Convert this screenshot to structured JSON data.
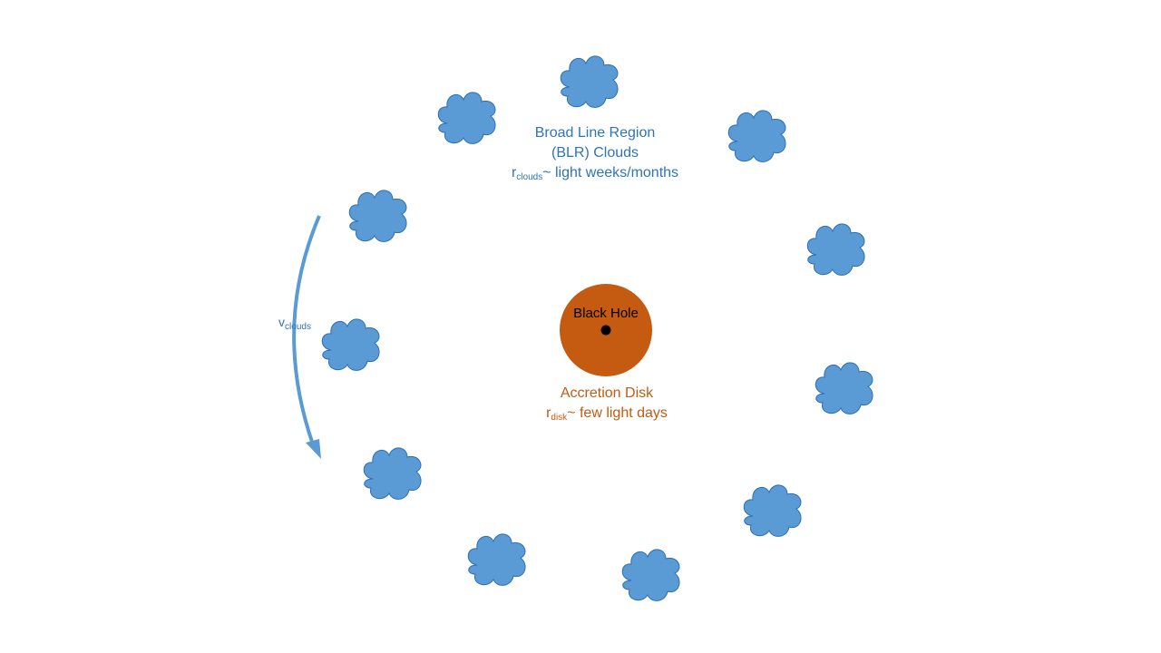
{
  "colors": {
    "cloud_fill": "#5b9bd5",
    "cloud_stroke": "#2e6fb3",
    "blr_text": "#2e75b6",
    "disk_fill": "#c55a11",
    "disk_text": "#c55a11",
    "black_hole": "#000000",
    "arrow": "#5b9bd5"
  },
  "icons": {
    "cloud": "cloud-icon",
    "black_hole": "black-hole-dot-icon",
    "arrow": "curved-arrow-icon"
  },
  "blr": {
    "line1": "Broad Line Region",
    "line2": "(BLR) Clouds",
    "radius_symbol": "r",
    "radius_sub": "clouds",
    "radius_value": "~ light weeks/months"
  },
  "black_hole": {
    "label": "Black Hole"
  },
  "disk": {
    "title": "Accretion Disk",
    "radius_symbol": "r",
    "radius_sub": "disk",
    "radius_value": "~ few light days"
  },
  "velocity": {
    "symbol": "v",
    "sub": "clouds"
  }
}
